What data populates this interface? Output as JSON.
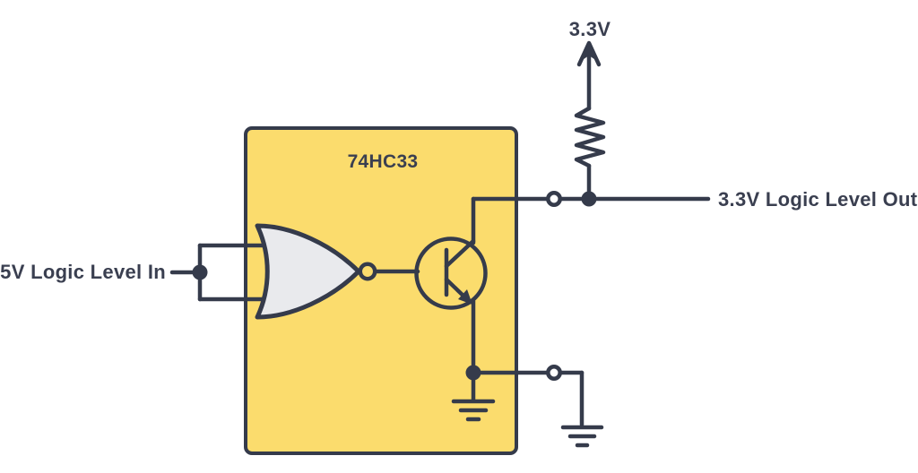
{
  "diagram": {
    "ic": {
      "label": "74HC33"
    },
    "labels": {
      "input": "5V Logic Level In",
      "supply": "3.3V",
      "output": "3.3V Logic Level Out"
    },
    "colors": {
      "background": "#FFFFFF",
      "ic_fill": "#FBDC6D",
      "line": "#353B4B",
      "gate_fill": "#E9EAED",
      "text": "#3A3F50"
    },
    "components": [
      {
        "name": "ic-package",
        "label": "74HC33"
      },
      {
        "name": "nor-gate-symbol"
      },
      {
        "name": "npn-transistor-symbol"
      },
      {
        "name": "pullup-resistor-symbol"
      },
      {
        "name": "supply-arrow",
        "label": "3.3V"
      },
      {
        "name": "ground-symbol-internal"
      },
      {
        "name": "ground-symbol-external"
      },
      {
        "name": "input-pin-junction"
      },
      {
        "name": "output-pin"
      },
      {
        "name": "ground-pin"
      }
    ]
  }
}
